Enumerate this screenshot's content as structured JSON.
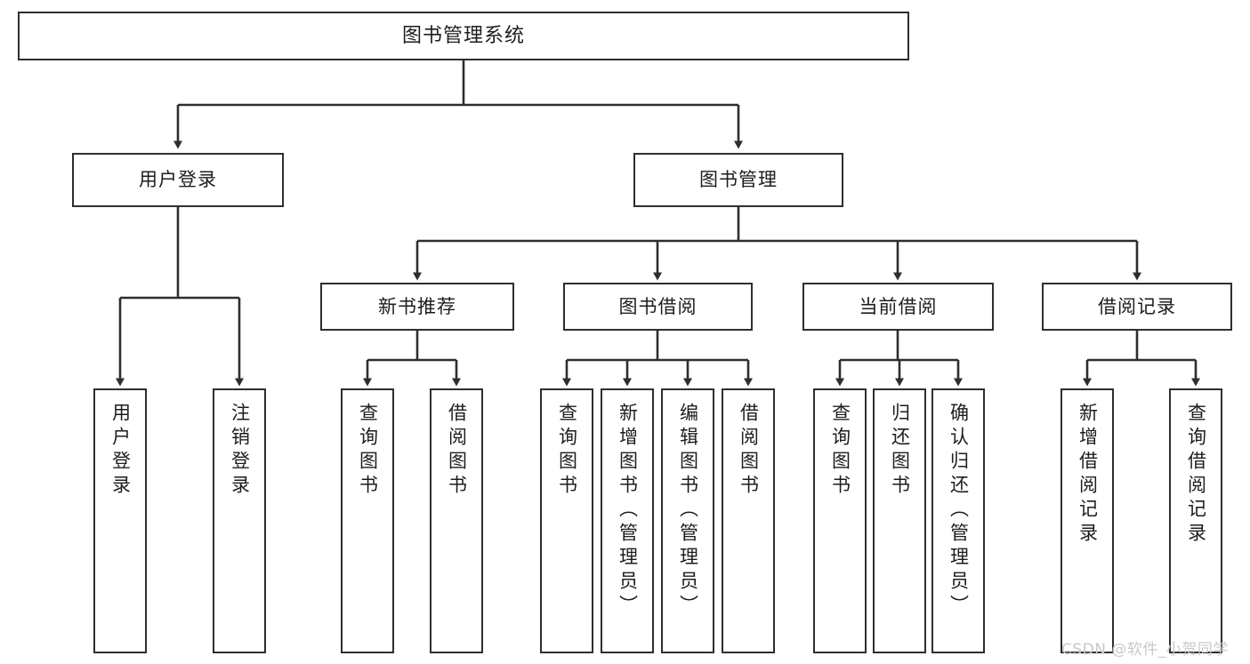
{
  "diagram": {
    "title": "图书管理系统",
    "type": "tree-hierarchy-chart",
    "stroke_color": "#2e2e2e",
    "fill_color": "#ffffff",
    "text_color": "#1d1d1d"
  },
  "nodes": {
    "root": {
      "label": "图书管理系统"
    },
    "level2": [
      {
        "id": "user-login",
        "label": "用户登录"
      },
      {
        "id": "book-manage",
        "label": "图书管理"
      }
    ],
    "level3": [
      {
        "id": "new-book-recommend",
        "label": "新书推荐"
      },
      {
        "id": "book-borrow",
        "label": "图书借阅"
      },
      {
        "id": "current-borrow",
        "label": "当前借阅"
      },
      {
        "id": "borrow-record",
        "label": "借阅记录"
      }
    ],
    "leaves": [
      {
        "id": "leaf-user-login",
        "label": "用户登录",
        "parent": "user-login"
      },
      {
        "id": "leaf-logout-login",
        "label": "注销登录",
        "parent": "user-login"
      },
      {
        "id": "leaf-query-book-1",
        "label": "查询图书",
        "parent": "new-book-recommend"
      },
      {
        "id": "leaf-borrow-book-1",
        "label": "借阅图书",
        "parent": "new-book-recommend"
      },
      {
        "id": "leaf-query-book-2",
        "label": "查询图书",
        "parent": "book-borrow"
      },
      {
        "id": "leaf-add-book",
        "label": "新增图书（管理员）",
        "parent": "book-borrow"
      },
      {
        "id": "leaf-edit-book",
        "label": "编辑图书（管理员）",
        "parent": "book-borrow"
      },
      {
        "id": "leaf-borrow-book-2",
        "label": "借阅图书",
        "parent": "book-borrow"
      },
      {
        "id": "leaf-query-book-3",
        "label": "查询图书",
        "parent": "current-borrow"
      },
      {
        "id": "leaf-return-book",
        "label": "归还图书",
        "parent": "current-borrow"
      },
      {
        "id": "leaf-confirm-return",
        "label": "确认归还（管理员）",
        "parent": "current-borrow"
      },
      {
        "id": "leaf-add-record",
        "label": "新增借阅记录",
        "parent": "borrow-record"
      },
      {
        "id": "leaf-query-record",
        "label": "查询借阅记录",
        "parent": "borrow-record"
      }
    ]
  },
  "watermark": {
    "text": "CSDN @软件_小贺同学"
  }
}
